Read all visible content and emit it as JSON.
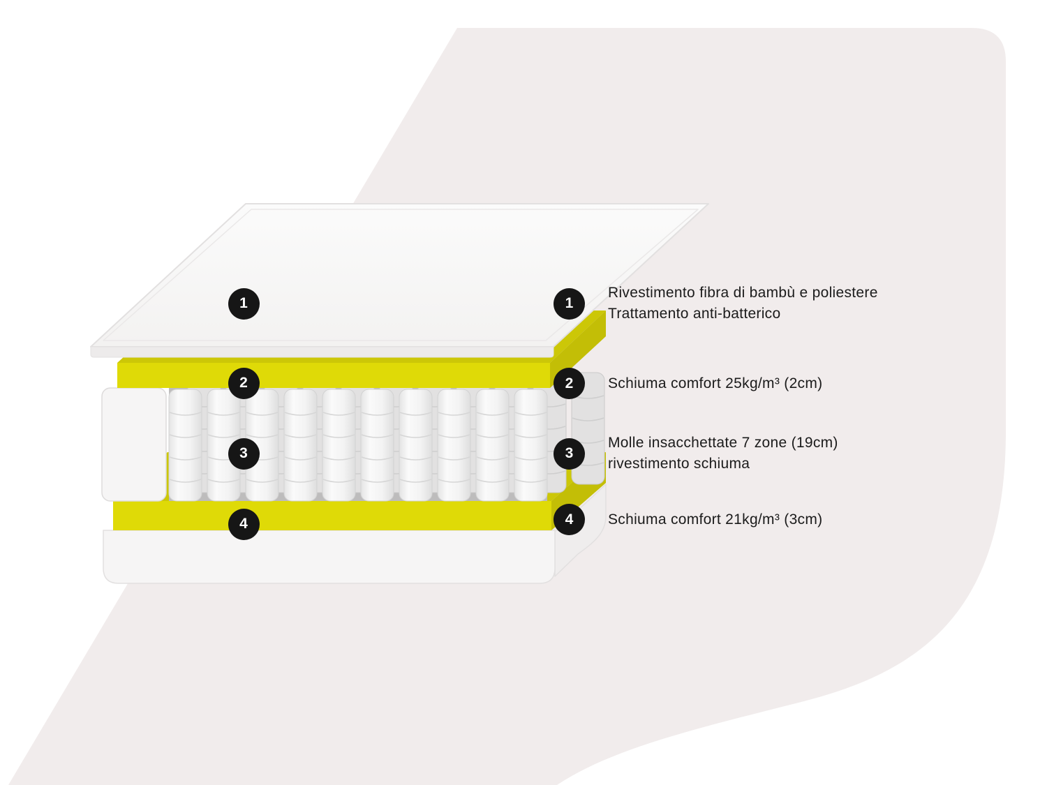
{
  "page": {
    "background": "#ffffff",
    "panel_background": "#f1ecec"
  },
  "diagram": {
    "name": "mattress-cross-section",
    "markers": [
      {
        "number": "1"
      },
      {
        "number": "2"
      },
      {
        "number": "3"
      },
      {
        "number": "4"
      }
    ],
    "layers": [
      "top-cover-quilted",
      "comfort-foam-top",
      "pocket-springs",
      "comfort-foam-bottom",
      "base-cover"
    ],
    "colors": {
      "foam_yellow_front": "#dfda07",
      "foam_yellow_top": "#ccc707",
      "foam_yellow_end": "#c3be06",
      "cover_white": "#f8f7f7",
      "spring_white": "#f3f3f3",
      "marker_black": "#161616"
    }
  },
  "legend": {
    "items": [
      {
        "number": "1",
        "lines": [
          "Rivestimento fibra di bambù e poliestere",
          "Trattamento anti-batterico"
        ]
      },
      {
        "number": "2",
        "lines": [
          "Schiuma comfort 25kg/m³ (2cm)"
        ]
      },
      {
        "number": "3",
        "lines": [
          "Molle insacchettate 7 zone (19cm)",
          "rivestimento schiuma"
        ]
      },
      {
        "number": "4",
        "lines": [
          "Schiuma comfort 21kg/m³ (3cm)"
        ]
      }
    ]
  }
}
